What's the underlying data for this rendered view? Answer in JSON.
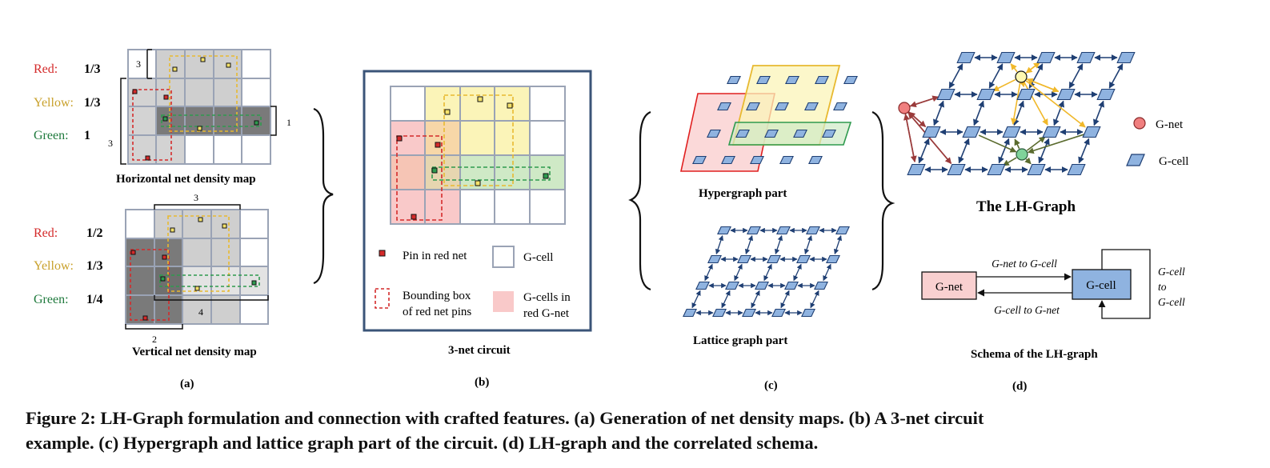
{
  "panel_a": {
    "horizontal": {
      "title": "Horizontal net density map",
      "rows": [
        {
          "label": "Red:",
          "value": "1/3",
          "color": "#d42a2a"
        },
        {
          "label": "Yellow:",
          "value": "1/3",
          "color": "#c9a12c"
        },
        {
          "label": "Green:",
          "value": "1",
          "color": "#1f7a3d"
        }
      ],
      "dims": {
        "top": "3",
        "left": "3",
        "right": "1"
      }
    },
    "vertical": {
      "title": "Vertical net density map",
      "rows": [
        {
          "label": "Red:",
          "value": "1/2",
          "color": "#d42a2a"
        },
        {
          "label": "Yellow:",
          "value": "1/3",
          "color": "#c9a12c"
        },
        {
          "label": "Green:",
          "value": "1/4",
          "color": "#1f7a3d"
        }
      ],
      "dims": {
        "top": "3",
        "bottom": "2",
        "right": "4"
      }
    },
    "label": "(a)"
  },
  "panel_b": {
    "title": "3-net circuit",
    "legend": {
      "pin": "Pin in red net",
      "gcell": "G-cell",
      "bbox_line1": "Bounding box",
      "bbox_line2": "of red net pins",
      "gnet_line1": "G-cells in",
      "gnet_line2": "red G-net"
    },
    "label": "(b)"
  },
  "panel_c": {
    "hyper_title": "Hypergraph part",
    "lattice_title": "Lattice graph part",
    "label": "(c)"
  },
  "panel_d": {
    "title": "The LH-Graph",
    "legend": {
      "gnet": "G-net",
      "gcell": "G-cell"
    },
    "schema": {
      "title": "Schema of the LH-graph",
      "gnet_box": "G-net",
      "gcell_box": "G-cell",
      "edge_net_to_cell": "G-net to G-cell",
      "edge_cell_to_net": "G-cell to G-net",
      "self_loop_1": "G-cell",
      "self_loop_2": "to",
      "self_loop_3": "G-cell"
    },
    "label": "(d)"
  },
  "caption": {
    "line1": "Figure 2: LH-Graph formulation and connection with crafted features. (a) Generation of net density maps. (b) A 3-net circuit",
    "line2": "example. (c) Hypergraph and lattice graph part of the circuit. (d) LH-graph and the correlated schema."
  },
  "colors": {
    "red": "#d42a2a",
    "yellow": "#e8b930",
    "green": "#2e9a4e",
    "gcell_fill": "#8fb3e0",
    "gcell_stroke": "#1f3f73",
    "gnet_fill": "#f07f7f",
    "dark_arrow": "#1f3f73",
    "red_arrow": "#9a3b3b",
    "yellow_arrow": "#f0b82a",
    "green_arrow": "#5a6b2e"
  }
}
